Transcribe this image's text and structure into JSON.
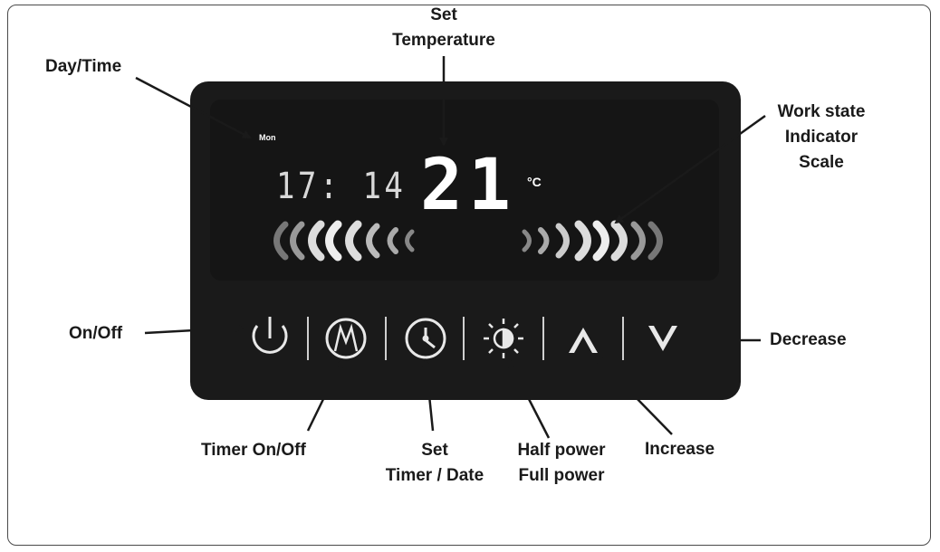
{
  "labels": {
    "set_temperature": [
      "Set",
      "Temperature"
    ],
    "day_time": "Day/Time",
    "work_state": [
      "Work state",
      "Indicator",
      "Scale"
    ],
    "on_off": "On/Off",
    "decrease": "Decrease",
    "timer_on_off": "Timer On/Off",
    "set_timer_date": [
      "Set",
      "Timer / Date"
    ],
    "half_full_power": [
      "Half power",
      "Full power"
    ],
    "increase": "Increase"
  },
  "display": {
    "day": "Mon",
    "time": "17: 14",
    "set_temperature": "21",
    "unit": "°C"
  },
  "buttons": [
    {
      "icon": "power-icon",
      "name": "on-off-button"
    },
    {
      "icon": "m-icon",
      "name": "timer-on-off-button"
    },
    {
      "icon": "clock-icon",
      "name": "set-timer-date-button"
    },
    {
      "icon": "brightness-icon",
      "name": "power-level-button"
    },
    {
      "icon": "chevron-up-icon",
      "name": "increase-button"
    },
    {
      "icon": "chevron-down-icon",
      "name": "decrease-button"
    }
  ],
  "colors": {
    "panel": "#1a1a1a",
    "display_text": "#ffffff",
    "label_text": "#1a1a1a"
  }
}
